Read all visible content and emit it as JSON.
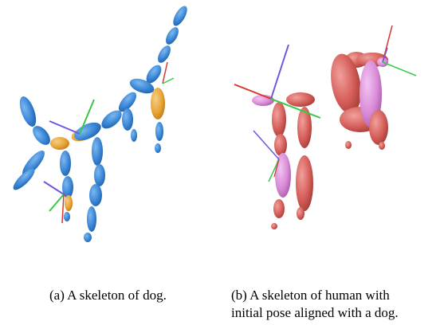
{
  "figure": {
    "panels": [
      {
        "caption": "(a)  A skeleton of dog.",
        "bone_color": "#3a86d6",
        "joint_color": "#e8a335"
      },
      {
        "caption_line1": "(b)  A skeleton of human with",
        "caption_line2": "initial pose aligned with a dog.",
        "bone_color": "#d55d58",
        "joint_color": "#d98ad8"
      }
    ],
    "axis_colors": {
      "x": "#d9362f",
      "y": "#38c94a",
      "z": "#6c58e0"
    }
  }
}
